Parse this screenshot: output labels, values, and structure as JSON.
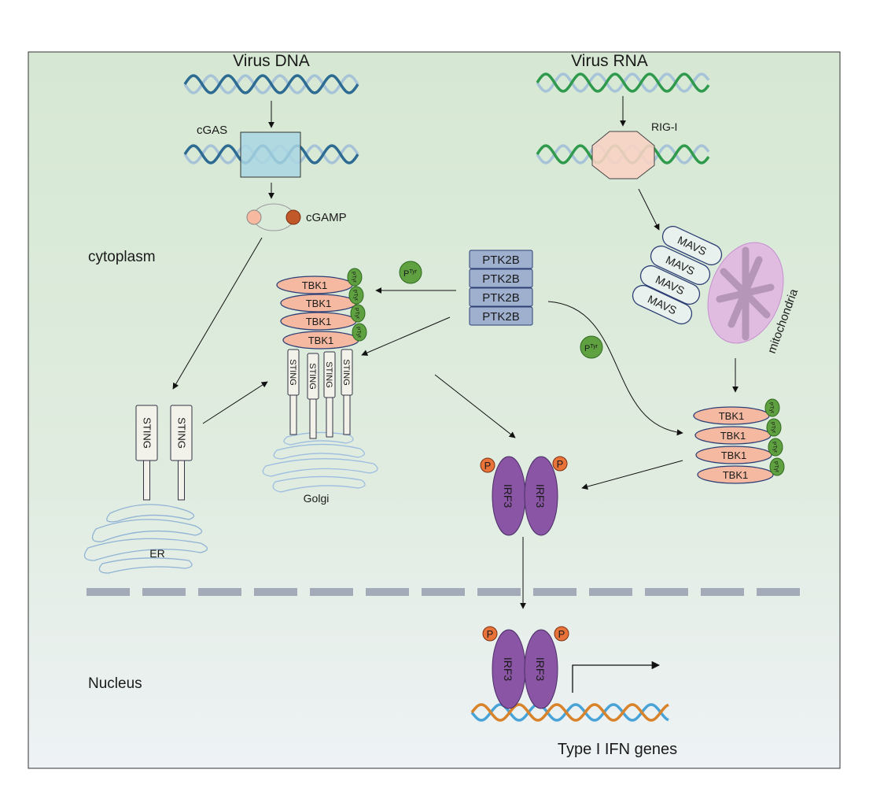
{
  "labels": {
    "virus_dna": "Virus DNA",
    "virus_rna": "Virus RNA",
    "cgas": "cGAS",
    "cgamp": "cGAMP",
    "rigi": "RIG-I",
    "cytoplasm": "cytoplasm",
    "nucleus": "Nucleus",
    "er": "ER",
    "golgi": "Golgi",
    "mitochondria": "mitochondria",
    "sting": "STING",
    "tbk1": "TBK1",
    "ptk2b": "PTK2B",
    "mavs": "MAVS",
    "irf3": "IRF3",
    "p": "P",
    "ptyr": "PTyr",
    "ptyr_free": "P",
    "ptyr_sup": "Tyr",
    "ifn_genes": "Type I IFN genes"
  },
  "colors": {
    "background_top": "#d6e8d3",
    "background_bottom": "#eef2f5",
    "dna_dark": "#2d6b92",
    "dna_light": "#a7c3d8",
    "rna_dark": "#2f9a4c",
    "tbk1": "#f4b9a0",
    "ptyr": "#5fa040",
    "ptk2b": "#9fb0cf",
    "irf3": "#8a55a5",
    "phospho": "#e8733a",
    "cgas_box": "#a9d6e3",
    "rigi": "#f8d3c4",
    "mitochondria": "#e0bde0",
    "membrane": "#a3aab8",
    "ifn_orange": "#d8822a",
    "ifn_blue": "#4aa3d8"
  }
}
